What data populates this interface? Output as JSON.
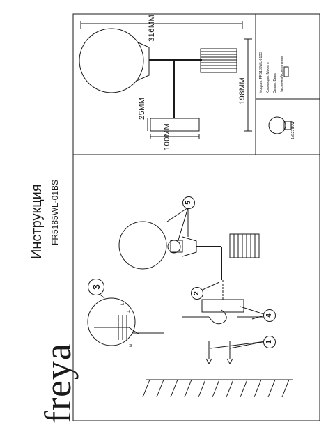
{
  "brand": "freya",
  "document_title": "Инструкция",
  "model_code": "FR5185WL-01BS",
  "dimensions": {
    "total_length": "316MM",
    "height": "198MM",
    "base_depth": "25MM",
    "base_width": "100MM"
  },
  "specs": {
    "model_label": "Модель:",
    "model_value": "FR5185WL-01BS",
    "collection_label": "Коллекция:",
    "collection_value": "Modern",
    "series_label": "Серия:",
    "series_value": "Bees",
    "type_value": "Настенный светильник"
  },
  "lamp_spec": "1xE27 60W",
  "wiring": {
    "live": "L",
    "ground": "⏚",
    "neutral": "N"
  },
  "callouts": [
    "1",
    "2",
    "3",
    "4",
    "5"
  ]
}
